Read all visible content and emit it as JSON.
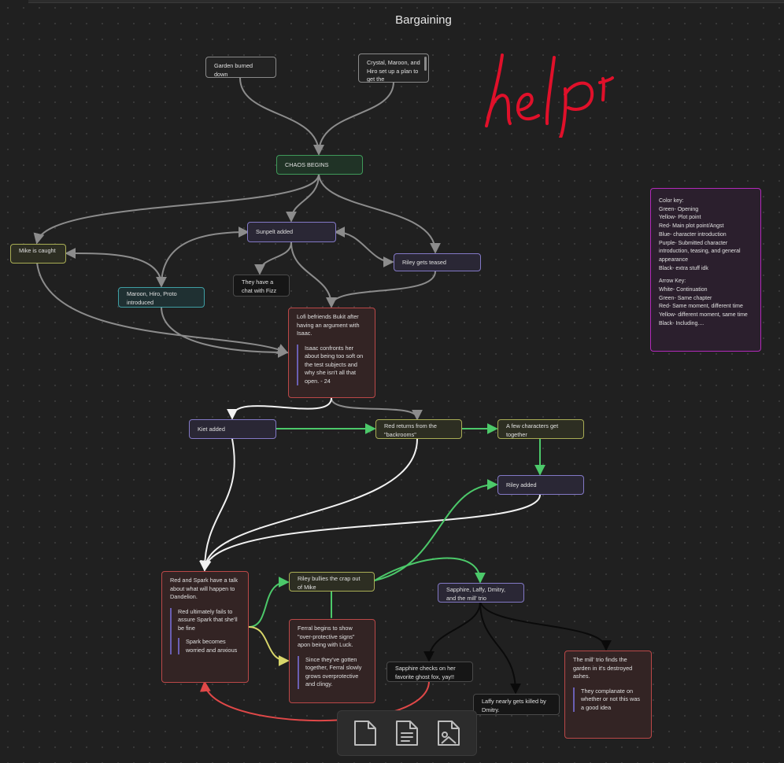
{
  "canvas": {
    "title": "Bargaining",
    "annotation_text": "help"
  },
  "nodes": {
    "garden_burned": "Garden burned down",
    "crystal_plan": "Crystal, Maroon, and Hiro set up a plan to get the",
    "chaos_begins": "CHAOS BEGINS",
    "mike_caught": "Mike is caught",
    "sunpelt_added": "Sunpelt added",
    "maroon_intro": "Maroon, Hiro, Proto introduced",
    "chat_fizz": "They have a chat with Fizz",
    "riley_teased": "Riley gets teased",
    "lofi": {
      "main": "Lofi befriends Bukit after having an argument with Isaac.",
      "quote": "Isaac confronts her about being too soft on the test subjects and why she isn't all that open. - 24"
    },
    "kiet_added": "Kiet added",
    "red_returns": "Red returns from the \"backrooms\"",
    "few_chars": "A few characters get together",
    "riley_added": "Riley added",
    "red_spark": {
      "main": "Red and Spark have a talk about what will happen to Dandelion.",
      "quote": "Red ultimately fails to assure Spark that she'll be fine",
      "nested": "Spark becomes worried and anxious"
    },
    "riley_bullies": "Riley bullies the crap out of Mike",
    "ferral": {
      "main": "Ferral begins to show \"over-protective signs\" apon being with Luck.",
      "quote": "Since they've gotten together, Ferral slowly grows overprotective and clingy."
    },
    "sapphire_trio": "Sapphire, Laffy, Dmitry, and the mill' trio",
    "sapphire_checks": "Sapphire checks on her favorite ghost fox, yay!!",
    "laffy_killed": "Laffy nearly gets killed by Dmitry.",
    "mill_trio": {
      "main": "The mill' trio finds the garden in it's destroyed ashes.",
      "quote": "They complanate on whether or not this was a good idea"
    },
    "color_key": {
      "heading": "Color key:",
      "lines": [
        "Green- Opening",
        "Yellow- Plot point",
        "Red- Main plot point/Angst",
        "Blue- character introduction",
        "Purple- Submitted character introduction, teasing, and general appearance",
        "Black- extra stuff idk"
      ],
      "arrow_heading": "Arrow Key:",
      "arrow_lines": [
        "White- Continuation",
        "Green- Same chapter",
        "Red- Same moment, different time",
        "Yellow- different moment, same time",
        "Black- Including...."
      ]
    }
  },
  "colors": {
    "arrow_gray": "#8c8c8c",
    "arrow_white": "#f2f2f2",
    "arrow_green": "#4cc96a",
    "arrow_yellow": "#d8d66a",
    "arrow_red": "#e04848",
    "arrow_black": "#0a0a0a",
    "annotation_red": "#e0102a"
  },
  "toolbar": {
    "items": [
      {
        "icon": "blank-card-icon"
      },
      {
        "icon": "note-file-icon"
      },
      {
        "icon": "media-file-icon"
      }
    ]
  }
}
